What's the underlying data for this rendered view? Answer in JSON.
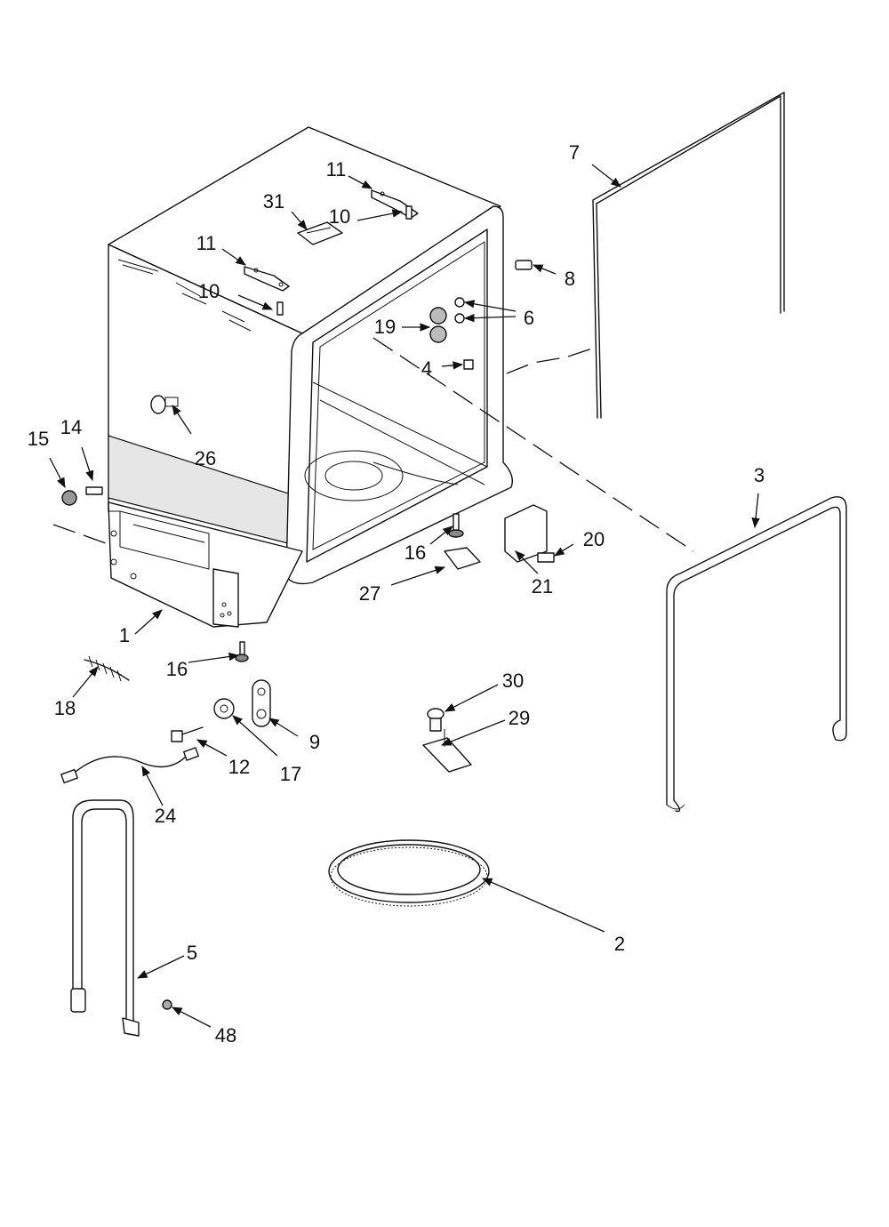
{
  "diagram": {
    "labels": [
      {
        "id": "7",
        "text": "7"
      },
      {
        "id": "11a",
        "text": "11"
      },
      {
        "id": "31",
        "text": "31"
      },
      {
        "id": "10a",
        "text": "10"
      },
      {
        "id": "11b",
        "text": "11"
      },
      {
        "id": "8",
        "text": "8"
      },
      {
        "id": "10b",
        "text": "10"
      },
      {
        "id": "6",
        "text": "6"
      },
      {
        "id": "19",
        "text": "19"
      },
      {
        "id": "4",
        "text": "4"
      },
      {
        "id": "14",
        "text": "14"
      },
      {
        "id": "15",
        "text": "15"
      },
      {
        "id": "26",
        "text": "26"
      },
      {
        "id": "3",
        "text": "3"
      },
      {
        "id": "20",
        "text": "20"
      },
      {
        "id": "16a",
        "text": "16"
      },
      {
        "id": "27",
        "text": "27"
      },
      {
        "id": "21",
        "text": "21"
      },
      {
        "id": "1",
        "text": "1"
      },
      {
        "id": "16b",
        "text": "16"
      },
      {
        "id": "30",
        "text": "30"
      },
      {
        "id": "18",
        "text": "18"
      },
      {
        "id": "29",
        "text": "29"
      },
      {
        "id": "9",
        "text": "9"
      },
      {
        "id": "12",
        "text": "12"
      },
      {
        "id": "17",
        "text": "17"
      },
      {
        "id": "24",
        "text": "24"
      },
      {
        "id": "2",
        "text": "2"
      },
      {
        "id": "5",
        "text": "5"
      },
      {
        "id": "48",
        "text": "48"
      }
    ]
  }
}
